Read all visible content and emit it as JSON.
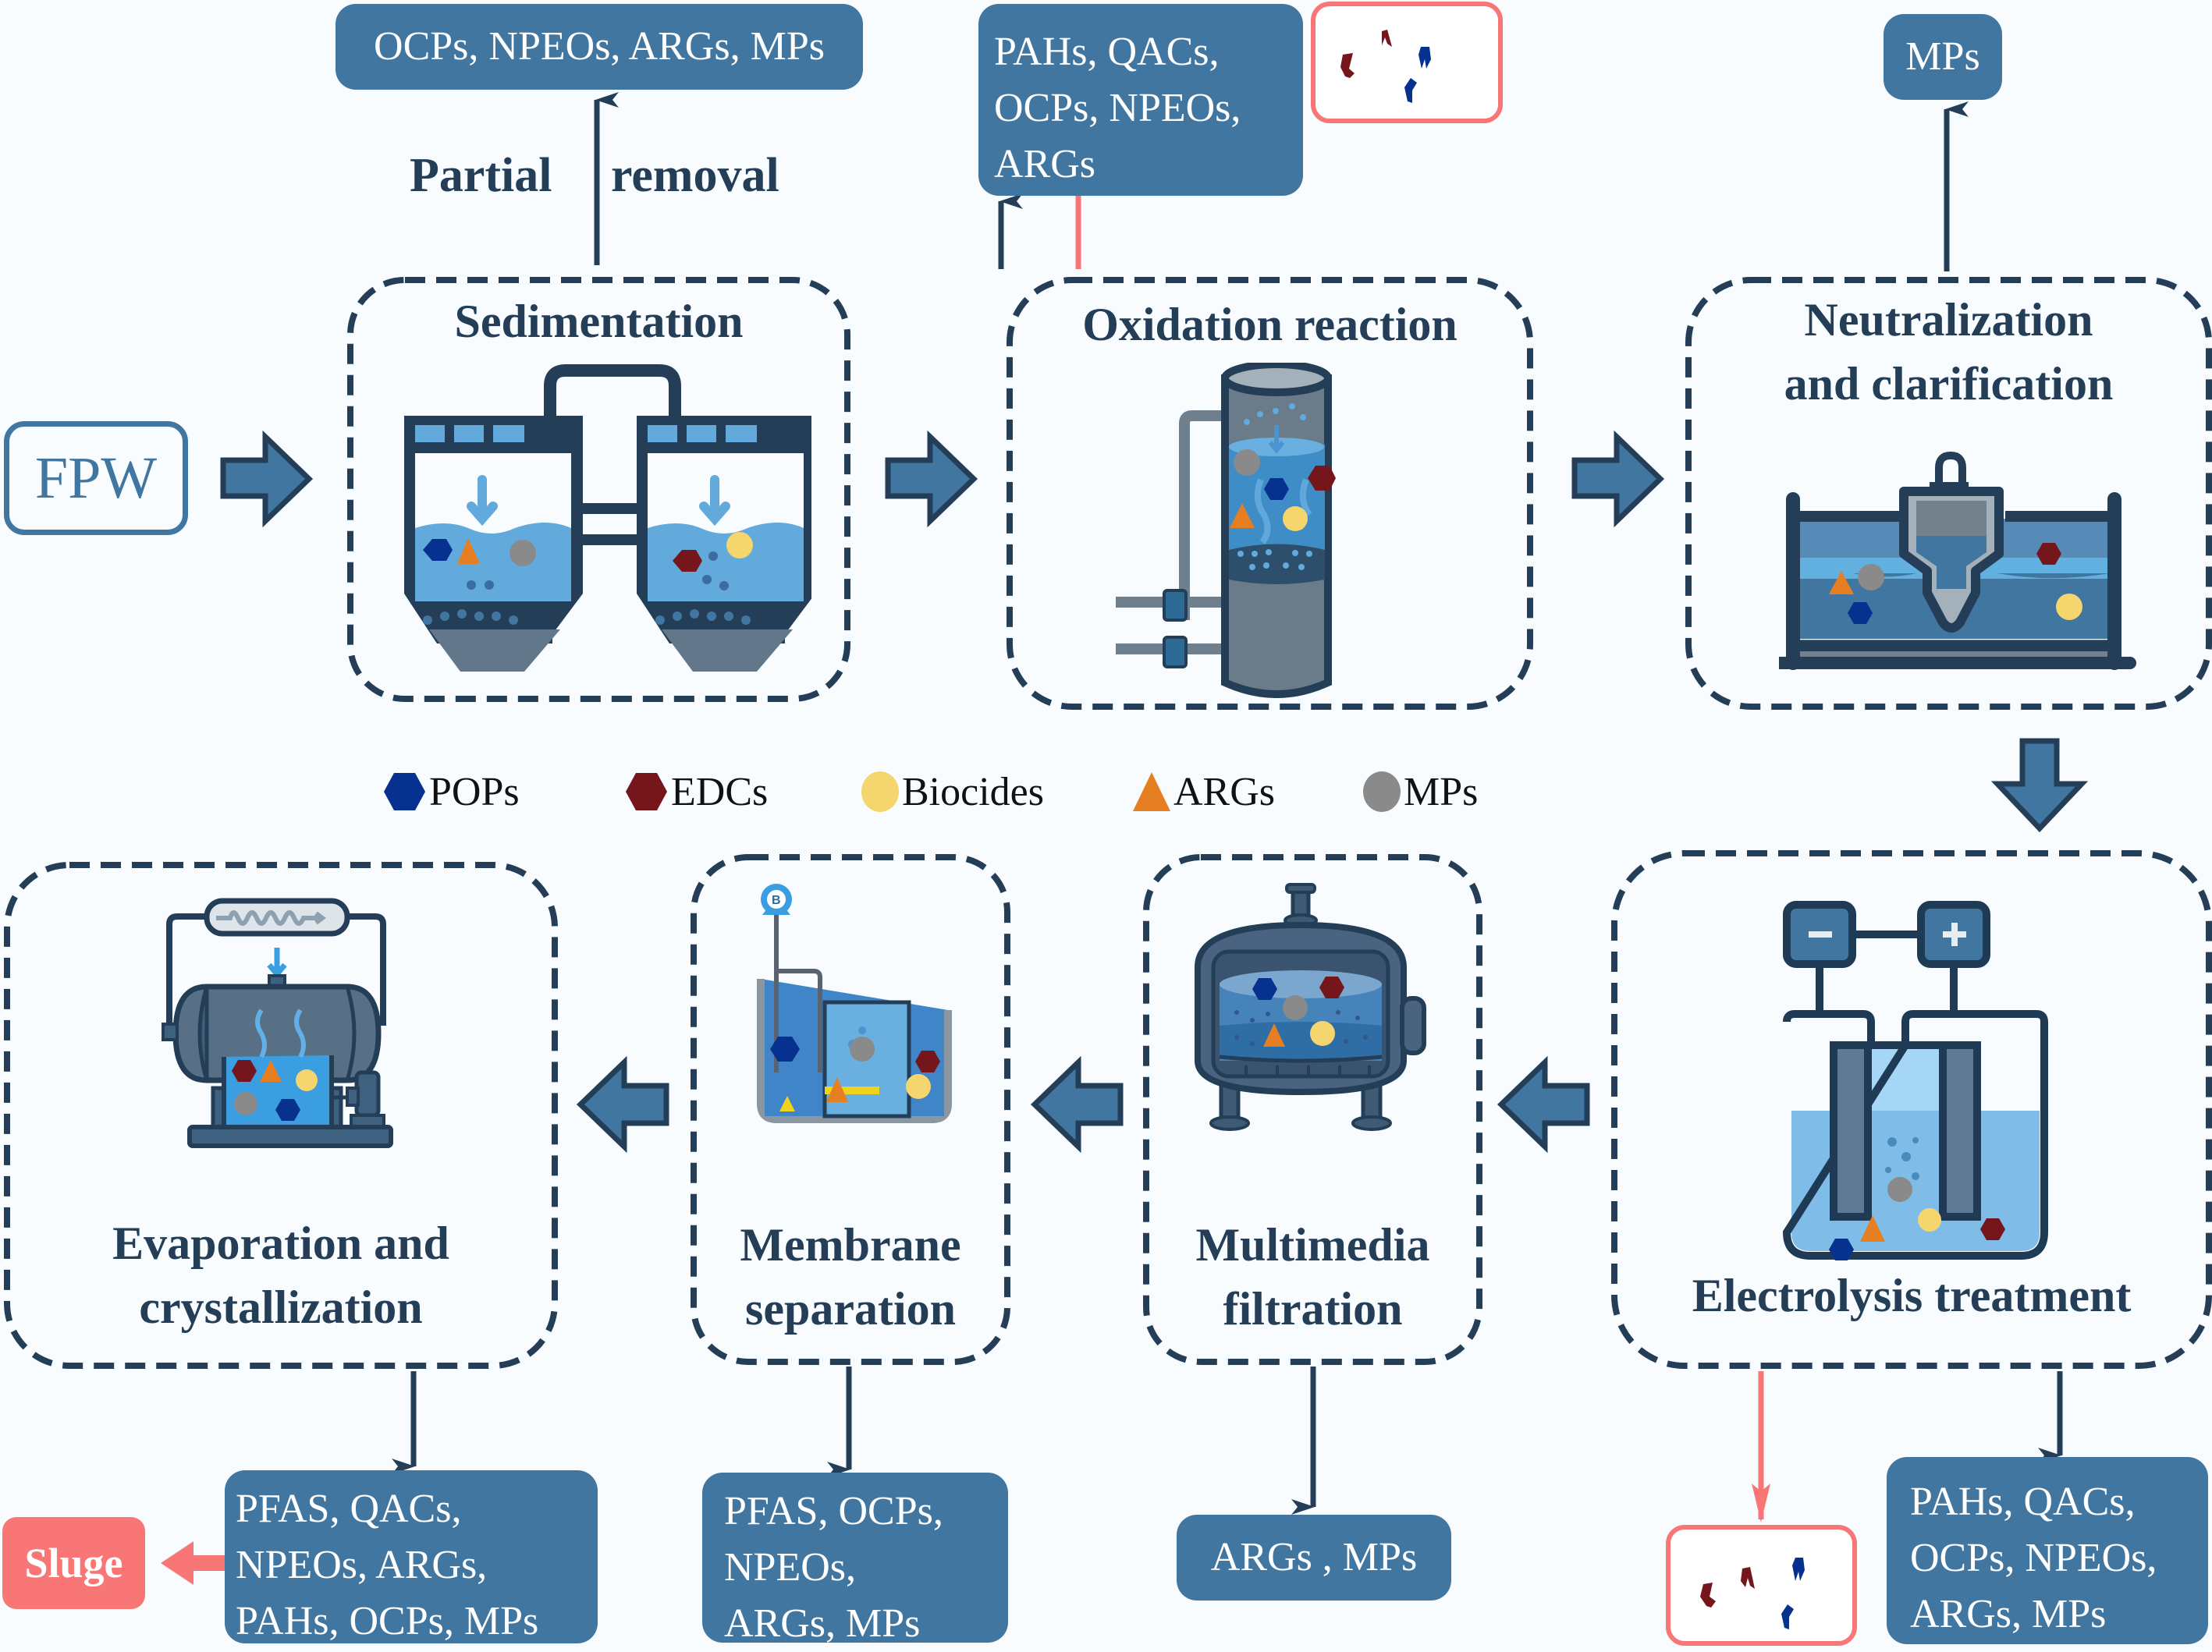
{
  "colors": {
    "background": "#f8fcfe",
    "box_fill": "#4176a1",
    "dark_navy": "#243e58",
    "salmon": "#f87676",
    "pops": "#06318f",
    "edcs": "#74161c",
    "biocides": "#f5d56e",
    "args": "#e57f22",
    "mps": "#8a8a8a"
  },
  "input": {
    "label": "FPW"
  },
  "stages": [
    {
      "id": "sedimentation",
      "title_lines": [
        "Sedimentation"
      ],
      "icon": "twin-sedimentation-tanks-icon",
      "outputs": {
        "label": "Partial removal",
        "removed": [
          "OCPs, NPEOs, ARGs, MPs"
        ]
      }
    },
    {
      "id": "oxidation",
      "title_lines": [
        "Oxidation reaction"
      ],
      "icon": "oxidation-reactor-column-icon",
      "outputs": {
        "removed": [
          "PAHs, QACs,",
          "OCPs, NPEOs,",
          "ARGs"
        ],
        "degraded_fragments": true
      }
    },
    {
      "id": "neutralization",
      "title_lines": [
        "Neutralization",
        "and clarification"
      ],
      "icon": "clarifier-tank-icon",
      "outputs": {
        "removed": [
          "MPs"
        ]
      }
    },
    {
      "id": "electrolysis",
      "title_lines": [
        "Electrolysis treatment"
      ],
      "icon": "electrolysis-cell-icon",
      "outputs": {
        "removed": [
          "PAHs, QACs,",
          "OCPs, NPEOs,",
          "ARGs, MPs"
        ],
        "degraded_fragments": true
      }
    },
    {
      "id": "multimedia",
      "title_lines": [
        "Multimedia",
        "filtration"
      ],
      "icon": "multimedia-filter-vessel-icon",
      "outputs": {
        "removed": [
          "ARGs , MPs"
        ]
      }
    },
    {
      "id": "membrane",
      "title_lines": [
        "Membrane",
        "separation"
      ],
      "icon": "membrane-bioreactor-icon",
      "outputs": {
        "removed": [
          "PFAS, OCPs,",
          "NPEOs,",
          "ARGs, MPs"
        ]
      }
    },
    {
      "id": "evaporation",
      "title_lines": [
        "Evaporation and",
        "crystallization"
      ],
      "icon": "evaporator-crystallizer-icon",
      "outputs": {
        "removed": [
          "PFAS, QACs,",
          "NPEOs, ARGs,",
          "PAHs, OCPs, MPs"
        ],
        "byproduct": "Sluge"
      }
    }
  ],
  "legend": [
    {
      "label": "POPs",
      "shape": "hexagon",
      "color": "#06318f"
    },
    {
      "label": "EDCs",
      "shape": "hexagon",
      "color": "#74161c"
    },
    {
      "label": "Biocides",
      "shape": "circle",
      "color": "#f5d56e"
    },
    {
      "label": "ARGs",
      "shape": "triangle",
      "color": "#e57f22"
    },
    {
      "label": "MPs",
      "shape": "circle",
      "color": "#8a8a8a"
    }
  ]
}
